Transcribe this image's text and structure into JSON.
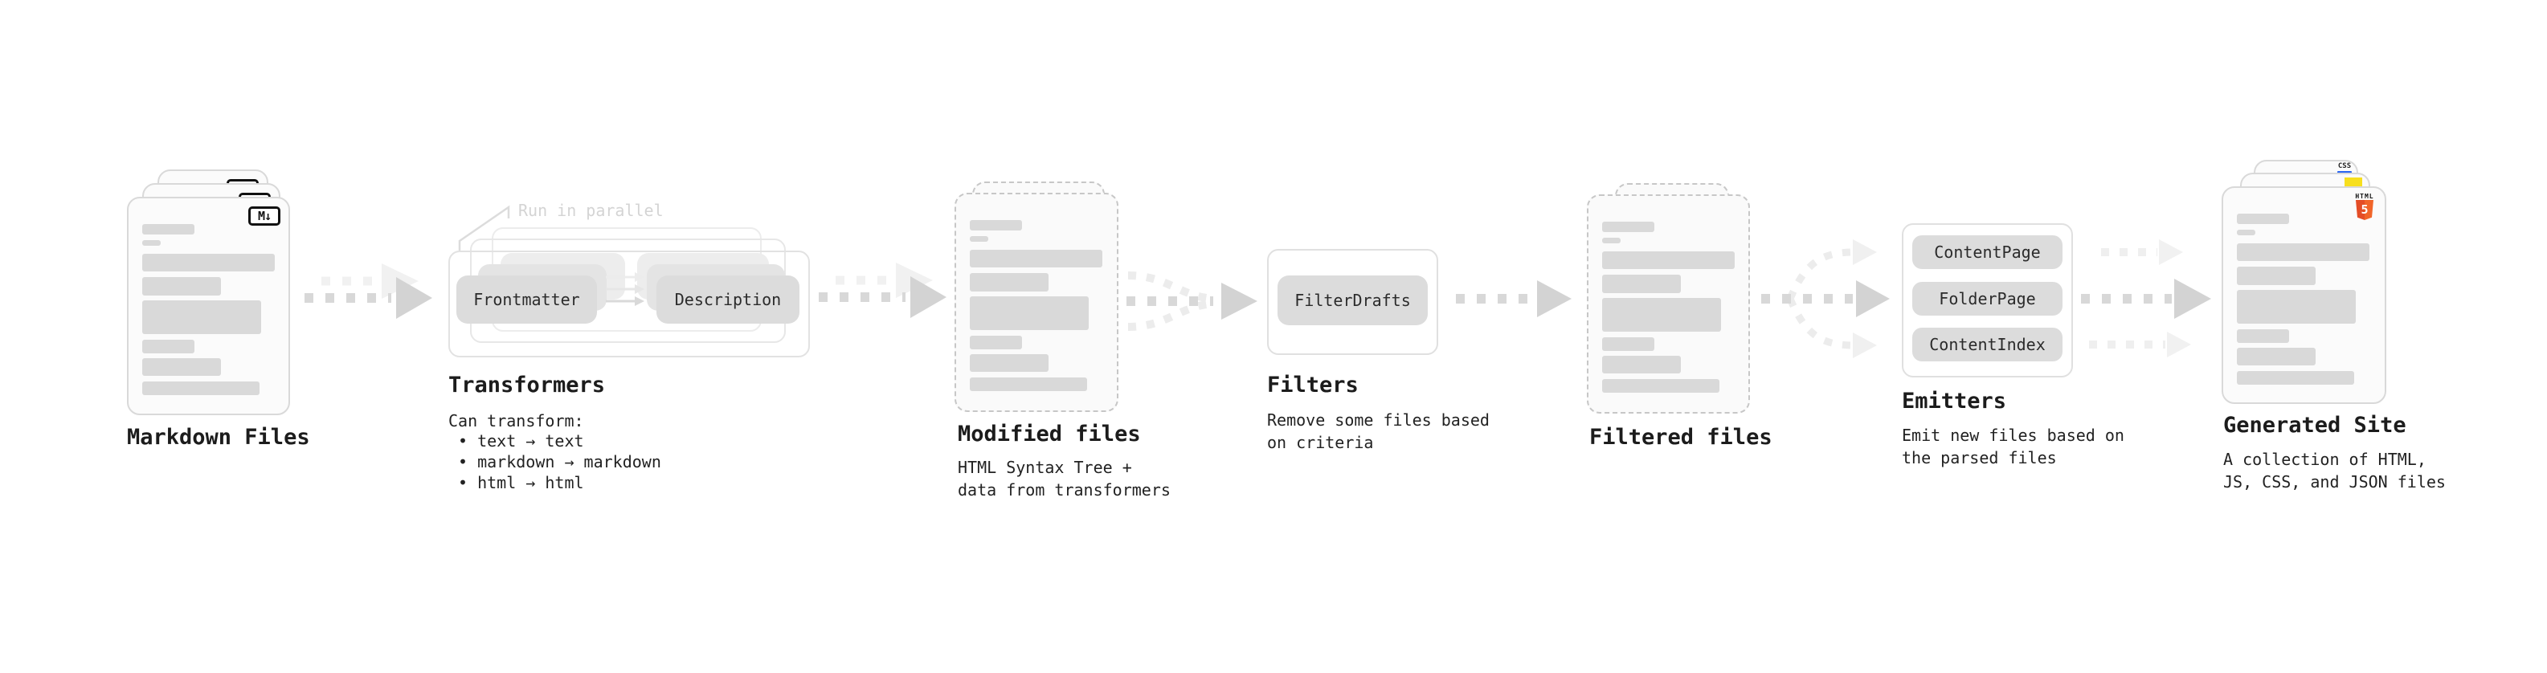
{
  "nodes": {
    "markdown_files": {
      "label": "Markdown Files",
      "badge": "M↓"
    },
    "transformers": {
      "label": "Transformers",
      "annotation": "Run in parallel",
      "box_left": "Frontmatter",
      "box_right": "Description",
      "desc_title": "Can transform:",
      "bullets": [
        "• text → text",
        "• markdown → markdown",
        "• html → html"
      ]
    },
    "modified_files": {
      "label": "Modified files",
      "desc": "HTML Syntax Tree +\ndata from transformers"
    },
    "filters": {
      "label": "Filters",
      "box": "FilterDrafts",
      "desc": "Remove some files based\non criteria"
    },
    "filtered_files": {
      "label": "Filtered files"
    },
    "emitters": {
      "label": "Emitters",
      "boxes": [
        "ContentPage",
        "FolderPage",
        "ContentIndex"
      ],
      "desc": "Emit new files based on\nthe parsed files"
    },
    "generated_site": {
      "label": "Generated Site",
      "desc": "A collection of HTML,\nJS, CSS, and JSON files",
      "badge_css": "CSS",
      "badge_html_word": "HTML",
      "badge_html_number": "5"
    }
  },
  "colors": {
    "html5_orange": "#e44d26",
    "html5_orange_light": "#f16529",
    "js_yellow": "#f7df1e",
    "css_blue": "#2965f1",
    "card_bar_gray": "#d9d9d9",
    "arrow_gray": "#d3d3d3",
    "arrow_ghost_gray": "#f0f0f0"
  }
}
